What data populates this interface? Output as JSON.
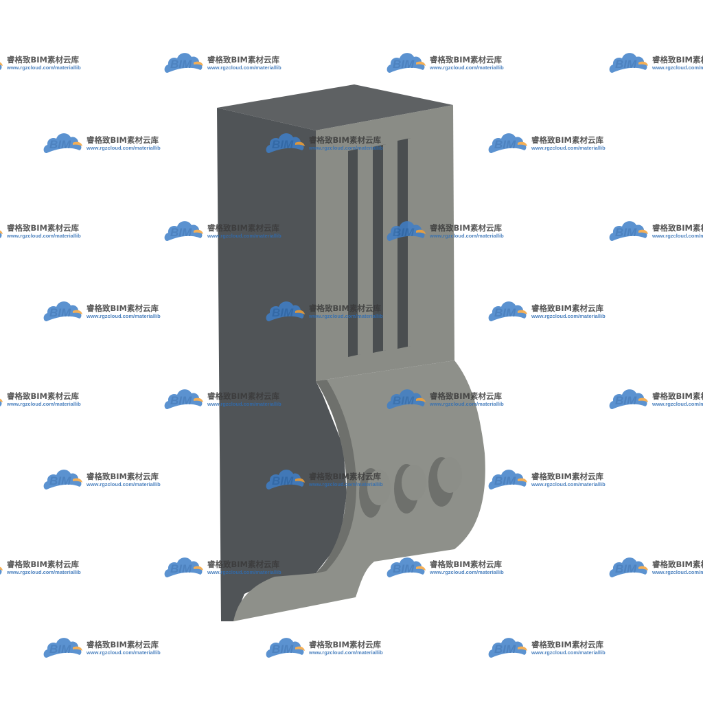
{
  "watermark": {
    "icon": "cloud-icon",
    "bim_text": "BIM",
    "name_text": "睿格致BIM素材云库",
    "url_text": "www.rgzcloud.com/materiallib",
    "colors": {
      "cloud_blue": "#3f7fc8",
      "cloud_orange": "#f2a23a",
      "bim_blue": "#2e6db4",
      "name_gray": "#3a3a3a"
    }
  },
  "model": {
    "subject": "bracket-3d-model",
    "slot_count": 3,
    "hole_count": 3,
    "colors": {
      "side_face": "#505457",
      "top_face": "#5e6163",
      "front_face": "#8a8c86",
      "curved_face": "#8e908a",
      "slot": "#4a4e50",
      "hole_shadow": "#6e706c",
      "hole_face": "#8c8e88"
    }
  }
}
